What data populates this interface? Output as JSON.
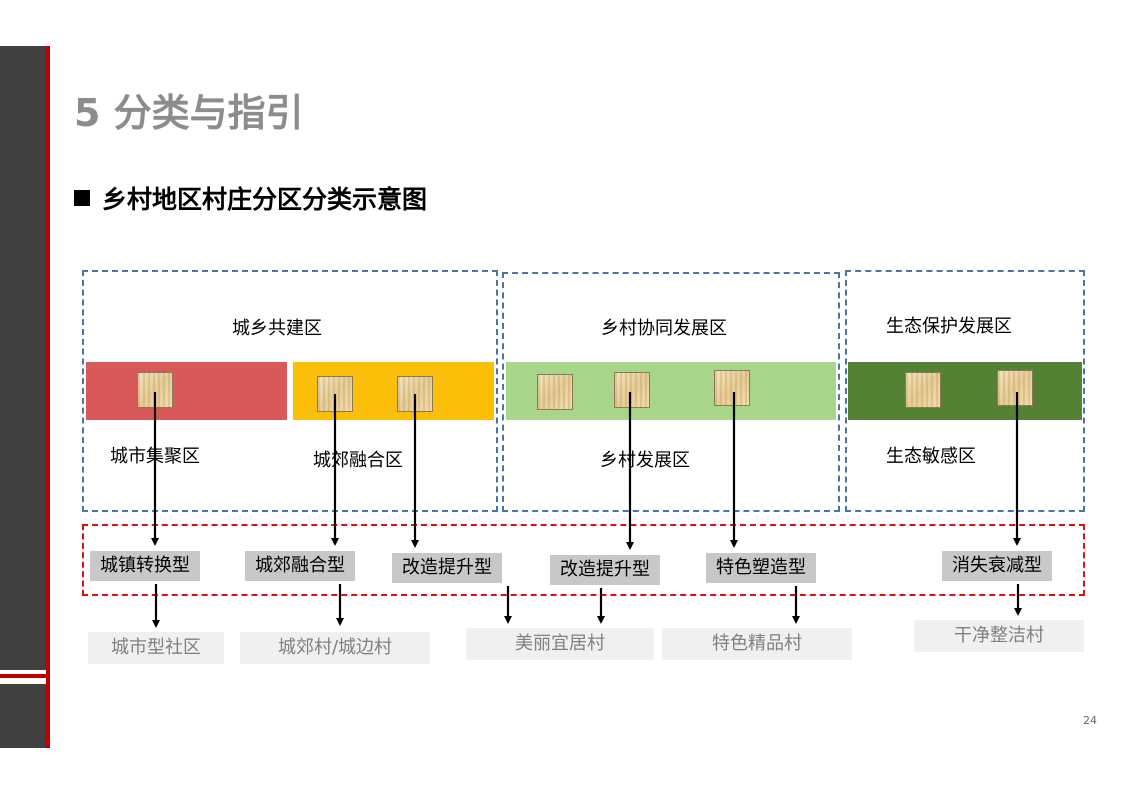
{
  "slide": {
    "title": "5 分类与指引",
    "subtitle": "乡村地区村庄分区分类示意图",
    "page_number": "24"
  },
  "zones": [
    {
      "label": "城乡共建区"
    },
    {
      "label": "乡村协同发展区"
    },
    {
      "label": "生态保护发展区"
    }
  ],
  "areas": [
    {
      "label": "城市集聚区",
      "color": "#d9595a"
    },
    {
      "label": "城郊融合区",
      "color": "#fbbf0a"
    },
    {
      "label": "乡村发展区",
      "color": "#a7d68a"
    },
    {
      "label": "生态敏感区",
      "color": "#538234"
    }
  ],
  "village_types": [
    {
      "label": "城镇转换型"
    },
    {
      "label": "城郊融合型"
    },
    {
      "label": "改造提升型"
    },
    {
      "label": "改造提升型"
    },
    {
      "label": "特色塑造型"
    },
    {
      "label": "消失衰减型"
    }
  ],
  "results": [
    {
      "label": "城市型社区"
    },
    {
      "label": "城郊村/城边村"
    },
    {
      "label": "美丽宜居村"
    },
    {
      "label": "特色精品村"
    },
    {
      "label": "干净整洁村"
    }
  ],
  "colors": {
    "sidebar": "#404040",
    "accent_red": "#c00000",
    "zone_border": "#4a74a8",
    "target_border": "#e01010"
  }
}
